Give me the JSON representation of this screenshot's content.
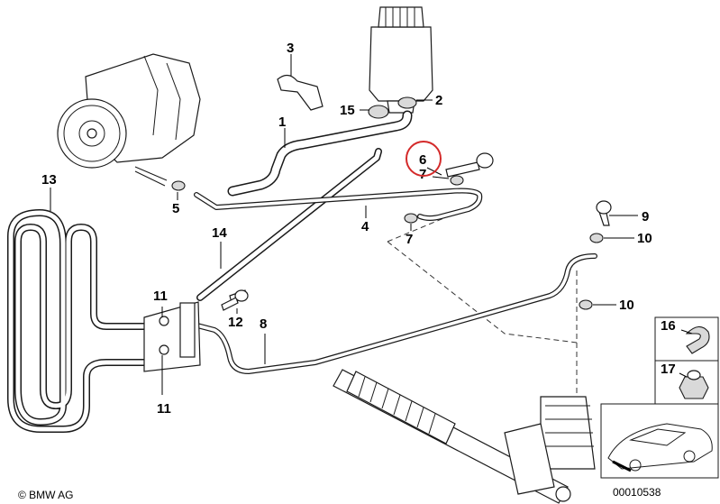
{
  "callouts": [
    {
      "id": "1",
      "label": "1"
    },
    {
      "id": "2",
      "label": "2"
    },
    {
      "id": "3",
      "label": "3"
    },
    {
      "id": "4",
      "label": "4"
    },
    {
      "id": "5",
      "label": "5"
    },
    {
      "id": "6",
      "label": "6"
    },
    {
      "id": "7a",
      "label": "7"
    },
    {
      "id": "7b",
      "label": "7"
    },
    {
      "id": "8",
      "label": "8"
    },
    {
      "id": "9",
      "label": "9"
    },
    {
      "id": "10a",
      "label": "10"
    },
    {
      "id": "10b",
      "label": "10"
    },
    {
      "id": "11a",
      "label": "11"
    },
    {
      "id": "11b",
      "label": "11"
    },
    {
      "id": "12",
      "label": "12"
    },
    {
      "id": "13",
      "label": "13"
    },
    {
      "id": "14",
      "label": "14"
    },
    {
      "id": "15",
      "label": "15"
    },
    {
      "id": "16",
      "label": "16"
    },
    {
      "id": "17",
      "label": "17"
    }
  ],
  "highlight": {
    "callout": "6",
    "color": "#d42a2a"
  },
  "footer": {
    "copyright": "© BMW AG",
    "diagram_number": "00010538"
  }
}
